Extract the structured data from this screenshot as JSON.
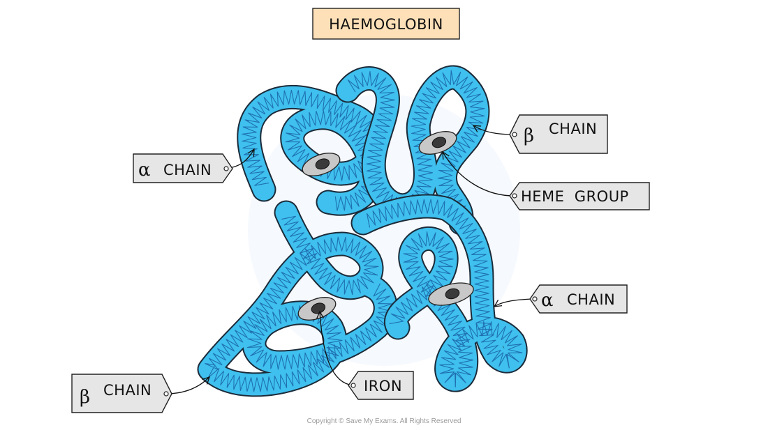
{
  "title": "HAEMOGLOBIN",
  "labels": {
    "alpha_left": {
      "symbol": "α",
      "text": "CHAIN"
    },
    "beta_top_right": {
      "symbol": "β",
      "text": "CHAIN"
    },
    "heme_group": {
      "text": "HEME  GROUP"
    },
    "alpha_right": {
      "symbol": "α",
      "text": "CHAIN"
    },
    "beta_bottom_left": {
      "symbol": "β",
      "text": "CHAIN"
    },
    "iron": {
      "text": "IRON"
    }
  },
  "copyright": "Copyright © Save My Exams. All Rights Reserved",
  "colors": {
    "chain_fill": "#3fc0ee",
    "chain_stroke": "#1b2b3a",
    "squiggle": "#1f6fb0",
    "title_bg": "#fde0b8",
    "tag_bg": "#e6e6e6",
    "heme_outer": "#c8c8c8",
    "heme_inner": "#3a3a3a"
  }
}
